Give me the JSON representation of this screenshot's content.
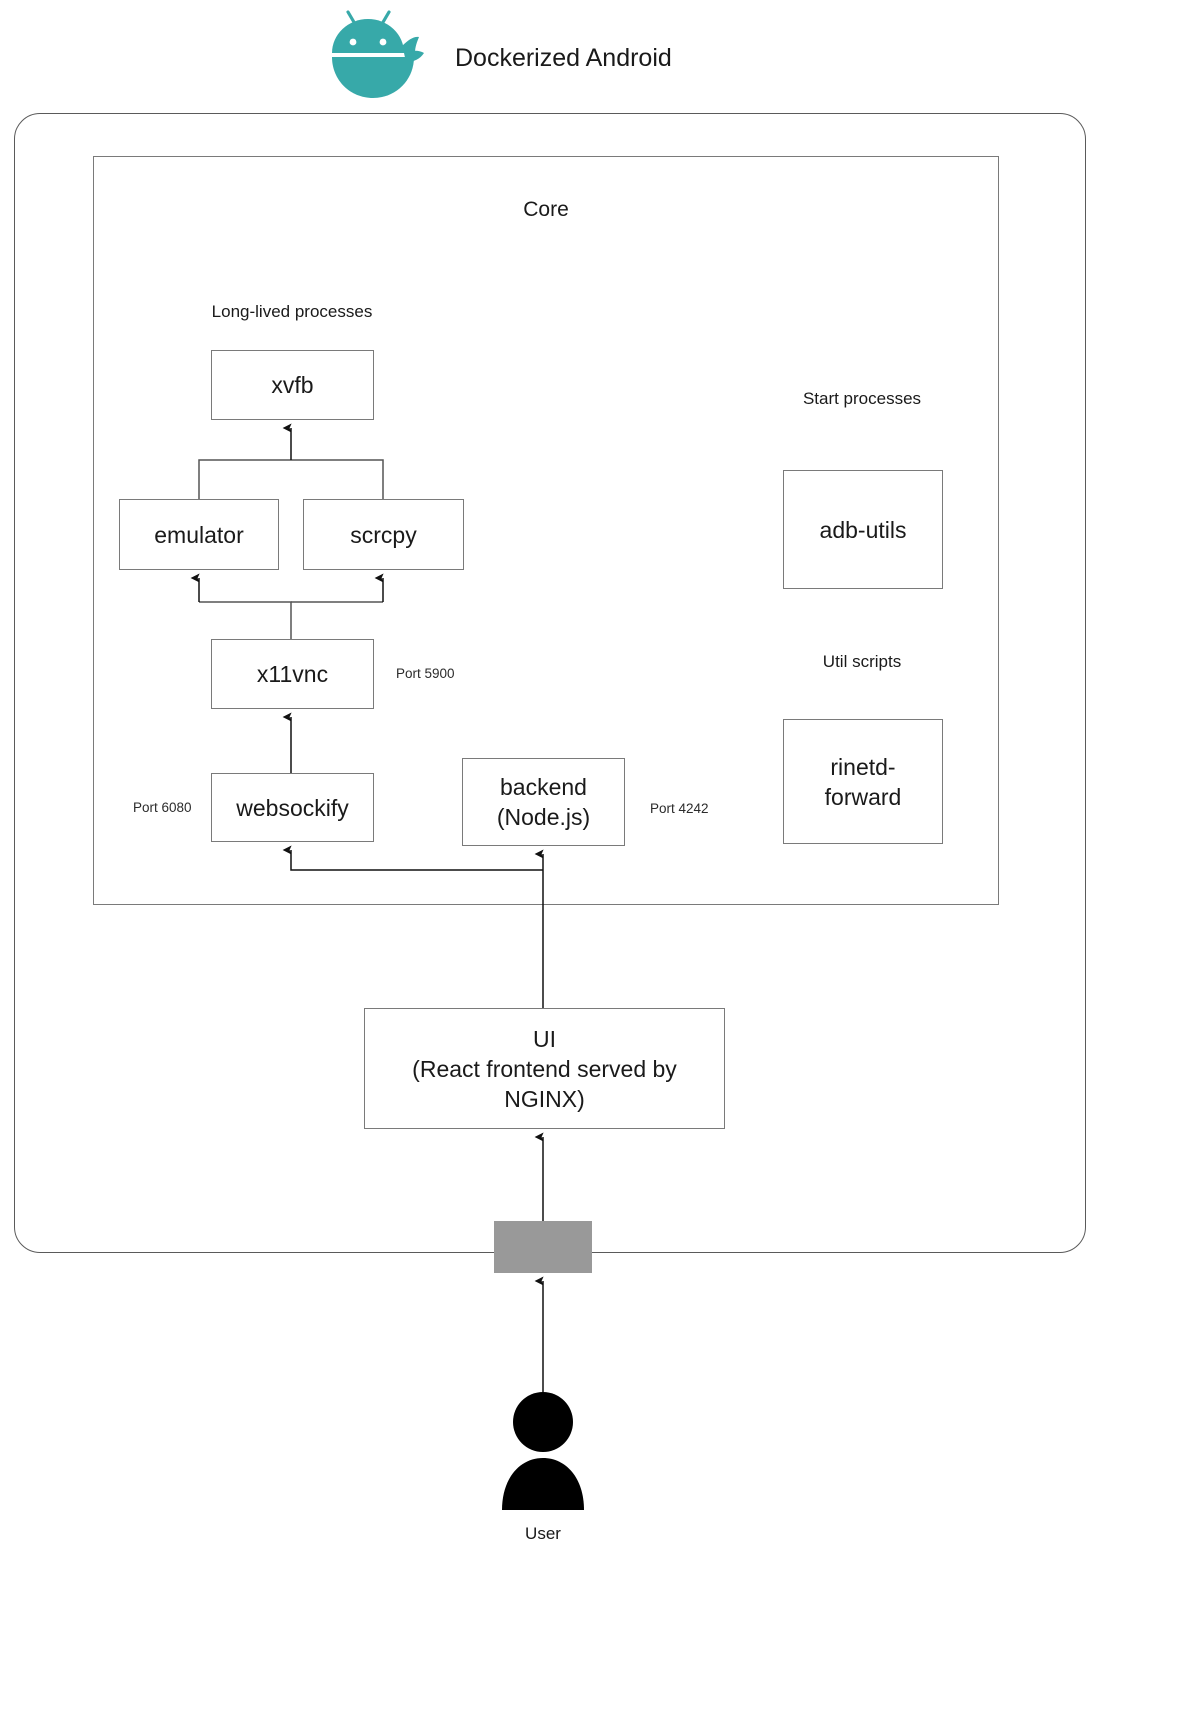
{
  "header": {
    "title": "Dockerized Android",
    "logo_name": "android-docker-whale-logo",
    "logo_color": "#37a9a9"
  },
  "colors": {
    "logo_teal": "#37a9a9",
    "box_border": "#7a7a7a",
    "outer_border": "#5a5a5a",
    "nginx_block": "#999999",
    "text": "#1a1a1a",
    "background": "#ffffff"
  },
  "diagram": {
    "type": "architecture-diagram",
    "outer_container_label": "",
    "core": {
      "title": "Core",
      "groups": [
        {
          "caption": "Long-lived processes"
        },
        {
          "caption": "Start processes"
        },
        {
          "caption": "Util scripts"
        }
      ]
    },
    "nodes": [
      {
        "id": "xvfb",
        "label": "xvfb",
        "group": "long-lived"
      },
      {
        "id": "emulator",
        "label": "emulator",
        "group": "long-lived"
      },
      {
        "id": "scrcpy",
        "label": "scrcpy",
        "group": "long-lived"
      },
      {
        "id": "x11vnc",
        "label": "x11vnc",
        "group": "long-lived"
      },
      {
        "id": "websockify",
        "label": "websockify",
        "group": "long-lived"
      },
      {
        "id": "backend",
        "label": "backend\n(Node.js)",
        "group": "long-lived"
      },
      {
        "id": "adb-utils",
        "label": "adb-utils",
        "group": "start-processes"
      },
      {
        "id": "rinetd",
        "label": "rinetd-\nforward",
        "group": "util-scripts"
      },
      {
        "id": "ui",
        "label": "UI\n(React frontend served by\nNGINX)",
        "group": "outer"
      },
      {
        "id": "nginx",
        "label": "",
        "group": "outer"
      },
      {
        "id": "user",
        "label": "User",
        "group": "external"
      }
    ],
    "port_labels": [
      {
        "id": "port-5900",
        "text": "Port 5900",
        "attached_to": "x11vnc"
      },
      {
        "id": "port-6080",
        "text": "Port 6080",
        "attached_to": "websockify"
      },
      {
        "id": "port-4242",
        "text": "Port 4242",
        "attached_to": "backend"
      }
    ],
    "edges": [
      {
        "from": "emulator",
        "to": "xvfb",
        "direction": "up"
      },
      {
        "from": "scrcpy",
        "to": "xvfb",
        "direction": "up"
      },
      {
        "from": "x11vnc",
        "to": "emulator",
        "direction": "up"
      },
      {
        "from": "x11vnc",
        "to": "scrcpy",
        "direction": "up"
      },
      {
        "from": "websockify",
        "to": "x11vnc",
        "direction": "up"
      },
      {
        "from": "ui",
        "to": "websockify",
        "direction": "up"
      },
      {
        "from": "ui",
        "to": "backend",
        "direction": "up"
      },
      {
        "from": "user",
        "to": "ui",
        "direction": "up"
      }
    ]
  },
  "user": {
    "label": "User",
    "icon_name": "user-avatar-icon"
  }
}
